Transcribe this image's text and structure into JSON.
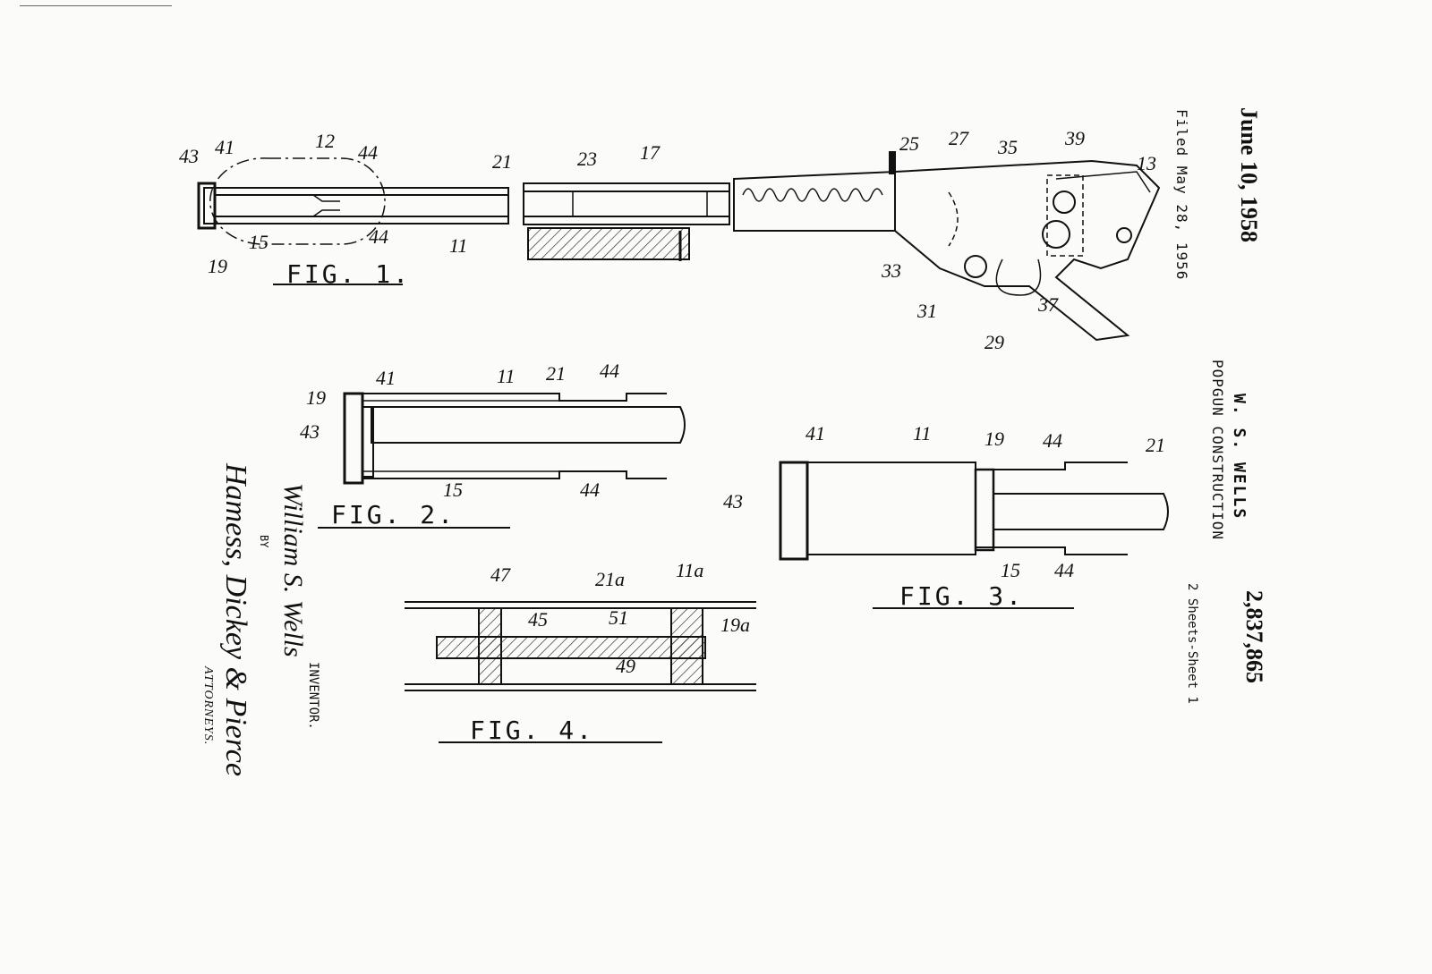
{
  "header": {
    "date": "June 10, 1958",
    "filed": "Filed May 28, 1956",
    "inventor_short": "W. S. WELLS",
    "title": "POPGUN CONSTRUCTION",
    "patent_number": "2,837,865",
    "sheets": "2 Sheets-Sheet 1"
  },
  "signature": {
    "inventor_name": "William S. Wells",
    "inventor_label": "INVENTOR.",
    "by_label": "BY",
    "attorney_signature": "Hamess, Dickey & Pierce",
    "attorneys_label": "ATTORNEYS."
  },
  "figures": {
    "fig1": {
      "label": "FIG. 1.",
      "refs": [
        "43",
        "41",
        "12",
        "44",
        "21",
        "23",
        "17",
        "25",
        "27",
        "35",
        "39",
        "13",
        "19",
        "15",
        "44",
        "11",
        "33",
        "31",
        "29",
        "37"
      ]
    },
    "fig2": {
      "label": "FIG. 2.",
      "refs": [
        "19",
        "41",
        "11",
        "21",
        "44",
        "43",
        "15",
        "44"
      ]
    },
    "fig3": {
      "label": "FIG. 3.",
      "refs": [
        "41",
        "11",
        "19",
        "44",
        "21",
        "43",
        "15",
        "44"
      ]
    },
    "fig4": {
      "label": "FIG. 4.",
      "refs": [
        "47",
        "21a",
        "11a",
        "45",
        "51",
        "19a",
        "49"
      ]
    }
  }
}
